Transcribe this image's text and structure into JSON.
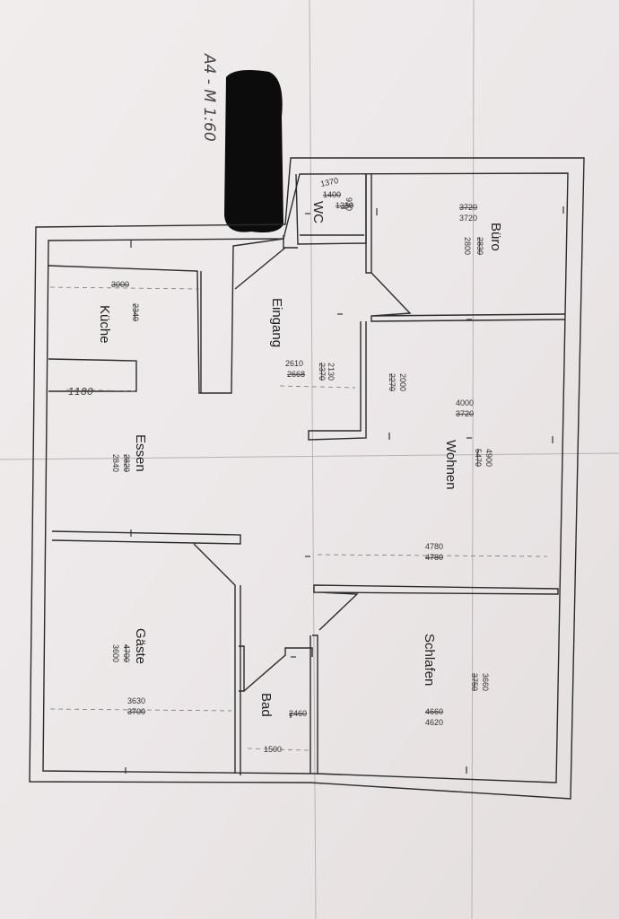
{
  "scale_note": "A4 - M 1:60",
  "rooms": {
    "buero": "Büro",
    "wc": "WC",
    "kueche": "Küche",
    "eingang": "Eingang",
    "wohnen": "Wohnen",
    "essen": "Essen",
    "gaeste": "Gäste",
    "schlafen": "Schlafen",
    "bad": "Bad"
  },
  "dimensions": {
    "wc_a": "1370",
    "wc_b": "1400",
    "wc_c": "1380",
    "wc_d": "930",
    "buero_len_old": "3720",
    "buero_len": "3720",
    "buero_w_old": "2830",
    "buero_w": "2800",
    "kueche_len": "3000",
    "kueche_w": "2340",
    "kueche_side": "1180",
    "eingang_a": "2610",
    "eingang_a_old": "2668",
    "eingang_b": "2130",
    "eingang_b_old": "2370",
    "eingang_c": "2000",
    "eingang_c_old": "2270",
    "wohnen_len": "4000",
    "wohnen_len_old": "3720",
    "wohnen_w": "4900",
    "wohnen_w_old": "5470",
    "wohnen_h": "4780",
    "wohnen_h_old": "4780",
    "essen_w_old": "2820",
    "essen_w": "2840",
    "gaeste_w_old": "4700",
    "gaeste_w": "3600",
    "gaeste_len": "3630",
    "gaeste_len_old": "3700",
    "schlafen_w": "3660",
    "schlafen_w_old": "3750",
    "schlafen_len_old": "4660",
    "schlafen_len": "4620",
    "bad_len_old": "2460",
    "bad_w": "1500"
  }
}
